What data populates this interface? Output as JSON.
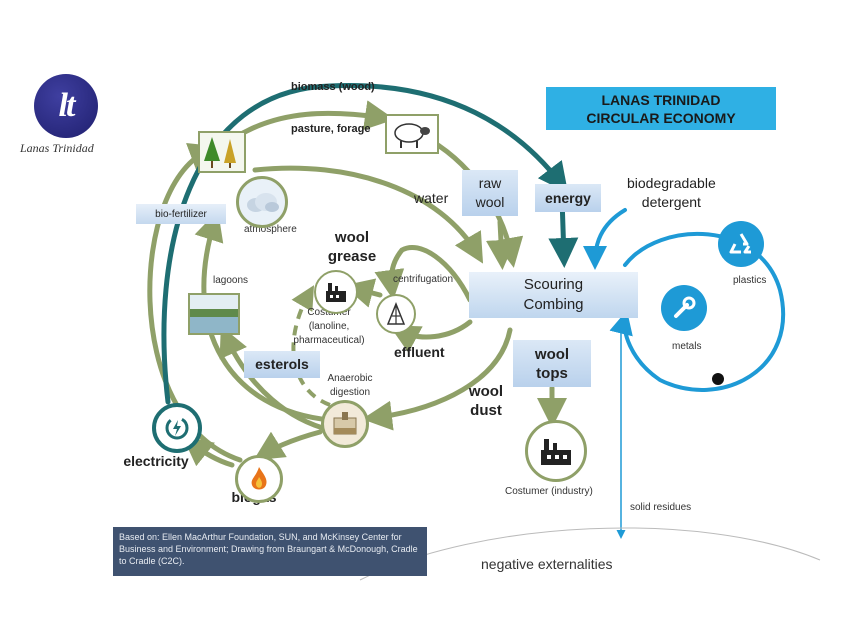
{
  "logo": {
    "mark": "lt",
    "name": "Lanas Trinidad"
  },
  "title": {
    "line1": "LANAS TRINIDAD",
    "line2": "CIRCULAR ECONOMY"
  },
  "labels": {
    "biomass": "biomass (wood)",
    "pasture": "pasture, forage",
    "water": "water",
    "raw_wool": [
      "raw",
      "wool"
    ],
    "energy": "energy",
    "detergent": [
      "biodegradable",
      "detergent"
    ],
    "bio_fertilizer": "bio-fertilizer",
    "atmosphere": "atmosphere",
    "wool_grease": [
      "wool",
      "grease"
    ],
    "centrifugation": "centrifugation",
    "lagoons": "lagoons",
    "scouring": [
      "Scouring",
      "Combing"
    ],
    "costumer_lanoline": [
      "Costumer",
      "(lanoline,",
      "pharmaceutical)"
    ],
    "effluent": "effluent",
    "esterols": "esterols",
    "anaerobic": [
      "Anaerobic",
      "digestion"
    ],
    "wool_dust": [
      "wool",
      "dust"
    ],
    "wool_tops": [
      "wool",
      "tops"
    ],
    "costumer_industry": "Costumer (industry)",
    "electricity": "electricity",
    "biogas": "biogas",
    "plastics": "plastics",
    "metals": "metals",
    "solid_residues": "solid residues",
    "negative_externalities": "negative externalities"
  },
  "note": "Based on: Ellen MacArthur Foundation, SUN, and McKinsey Center for Business and Environment; Drawing from Braungart & McDonough, Cradle to Cradle (C2C).",
  "icons": [
    "trees-icon",
    "sheep-icon",
    "cloud-icon",
    "factory-icon",
    "centrifuge-icon",
    "lagoon-icon",
    "digester-icon",
    "flame-icon",
    "electricity-icon",
    "recycle-icon",
    "wrench-icon",
    "factory-icon"
  ],
  "colors": {
    "green": "#8fa068",
    "teal": "#1e6e72",
    "blue": "#1e9ad6",
    "title_bg": "#2fb0e4"
  }
}
